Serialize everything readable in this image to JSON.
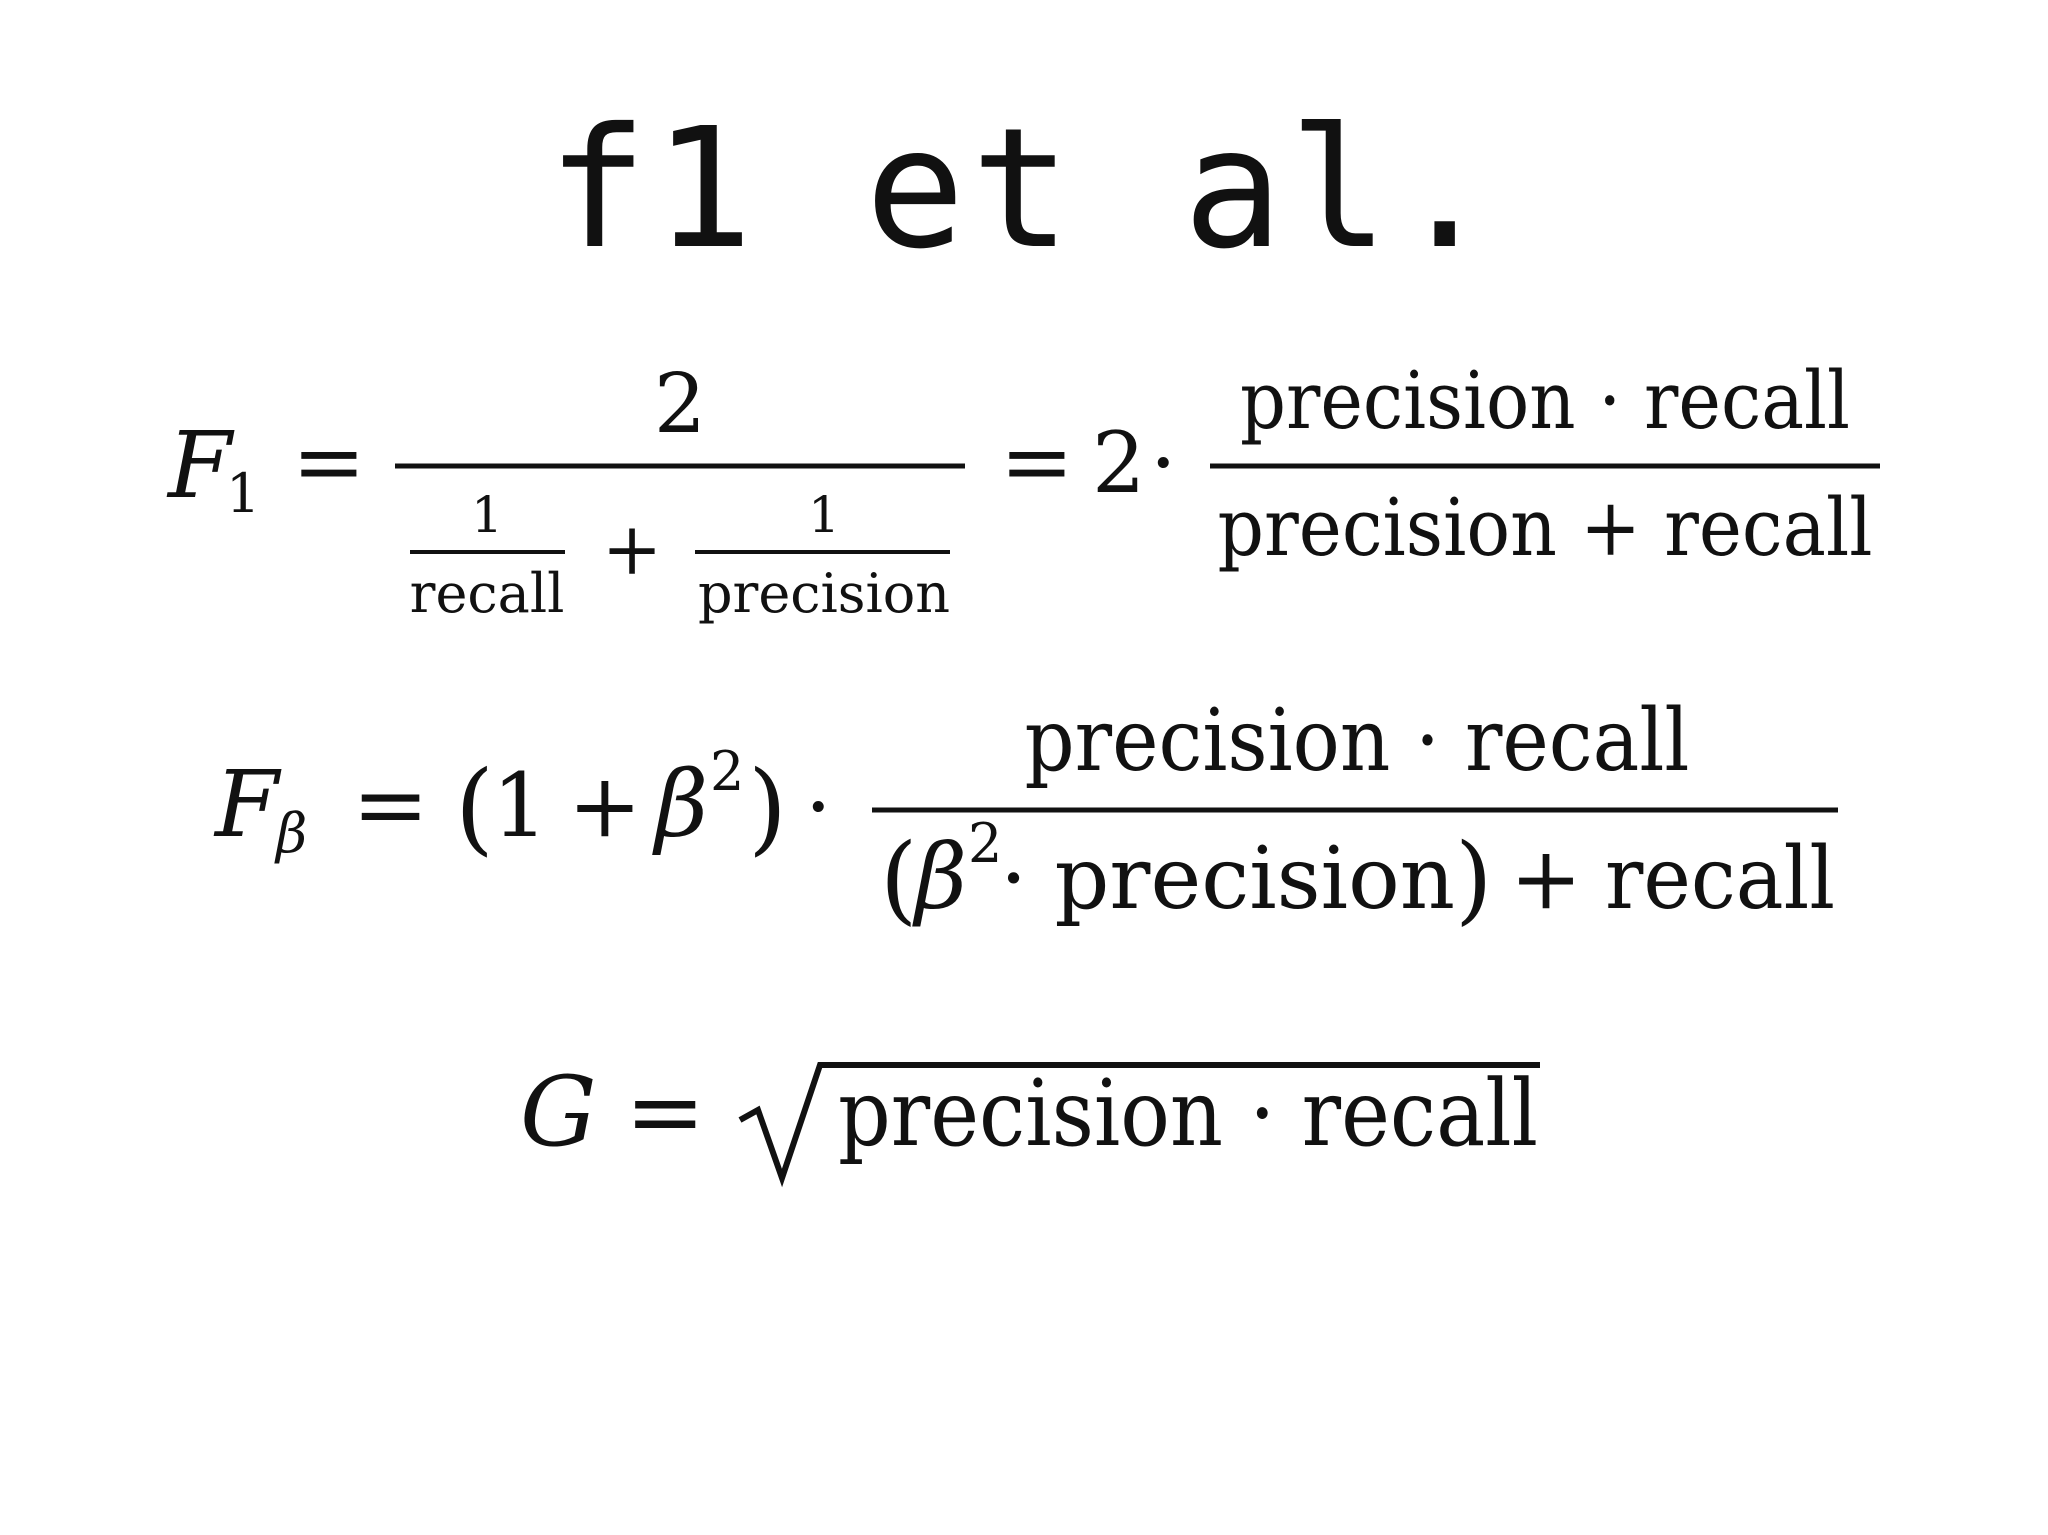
{
  "title": "f1 et al.",
  "formulas": {
    "f1": {
      "lhs_symbol": "F",
      "lhs_subscript": "1",
      "equals": "=",
      "numerator": "2",
      "inner_left_numerator": "1",
      "inner_left_denominator": "recall",
      "plus": "+",
      "inner_right_numerator": "1",
      "inner_right_denominator": "precision",
      "second_equals": "=",
      "coefficient": "2",
      "dot": "·",
      "frac_numerator": "precision · recall",
      "frac_denominator": "precision + recall"
    },
    "fbeta": {
      "lhs_symbol": "F",
      "lhs_subscript": "β",
      "equals": "=",
      "open_paren": "(",
      "one": "1",
      "plus": "+",
      "beta": "β",
      "exponent": "2",
      "close_paren": ")",
      "dot": "·",
      "frac_numerator": "precision · recall",
      "den_open_paren": "(",
      "den_beta": "β",
      "den_exponent": "2",
      "den_middle": " · precision",
      "den_close_paren": ")",
      "den_plus": "+",
      "den_recall": "recall"
    },
    "g": {
      "lhs_symbol": "G",
      "equals": "=",
      "radicand": "precision · recall"
    }
  }
}
